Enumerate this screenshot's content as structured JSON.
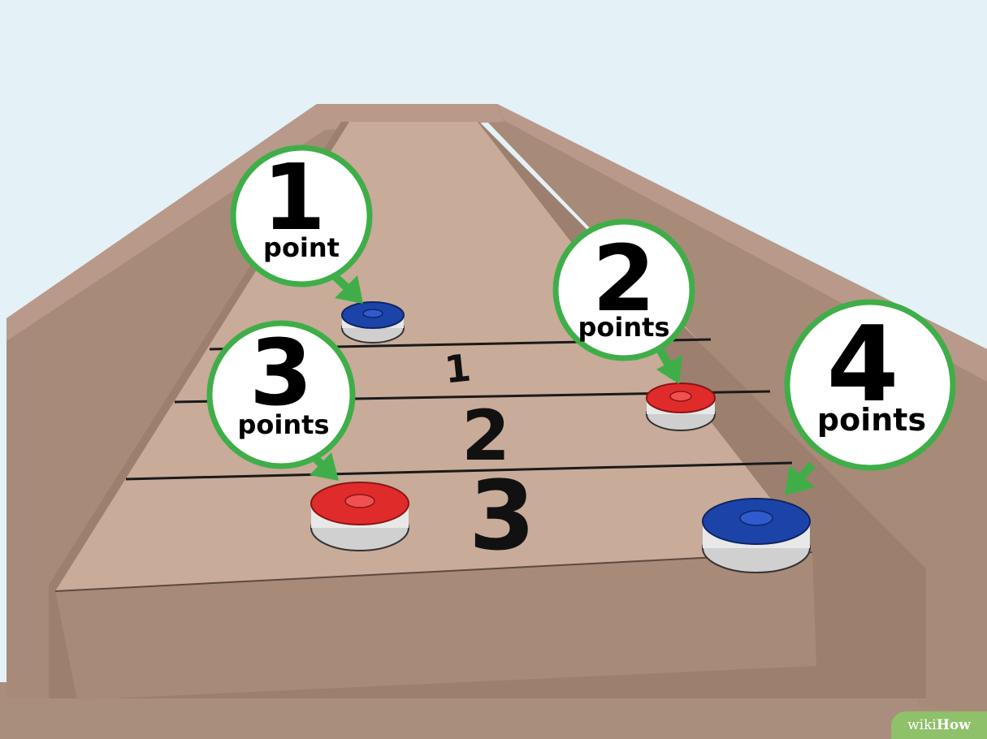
{
  "callouts": [
    {
      "id": "one",
      "number": "1",
      "unit": "point"
    },
    {
      "id": "two",
      "number": "2",
      "unit": "points"
    },
    {
      "id": "three",
      "number": "3",
      "unit": "points"
    },
    {
      "id": "four",
      "number": "4",
      "unit": "points"
    }
  ],
  "zones": [
    "1",
    "2",
    "3"
  ],
  "watermark": {
    "part1": "wiki",
    "part2": "How"
  },
  "colors": {
    "sky": "#e4f1f7",
    "table": "#c9aa97",
    "callout_border": "#3fae49",
    "puck_red": "#e02b2b",
    "puck_blue": "#1c44a8"
  }
}
